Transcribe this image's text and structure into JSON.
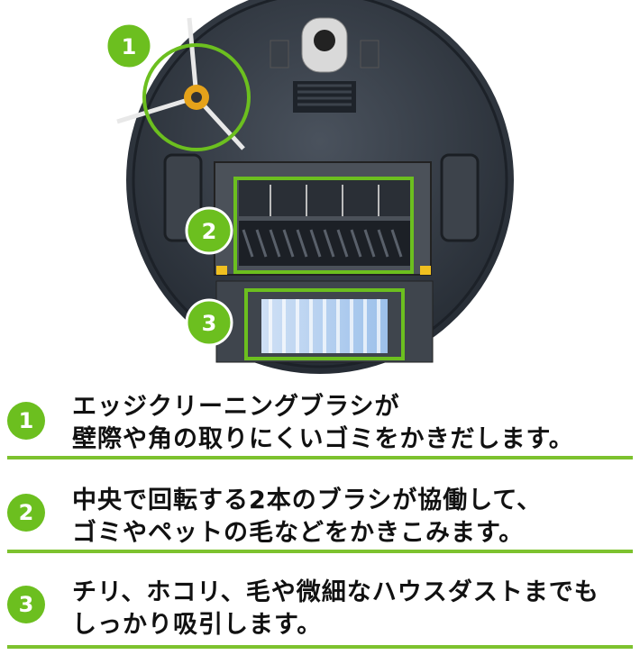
{
  "features": [
    {
      "number": "1",
      "line1": "エッジクリーニングブラシが",
      "line2": "壁際や角の取りにくいゴミをかきだします。"
    },
    {
      "number": "2",
      "line1": "中央で回転する2本のブラシが協働して、",
      "line2": "ゴミやペットの毛などをかきこみます。"
    },
    {
      "number": "3",
      "line1": "チリ、ホコリ、毛や微細なハウスダストまでも",
      "line2": "しっかり吸引します。"
    }
  ],
  "markers": [
    "1",
    "2",
    "3"
  ],
  "colors": {
    "accent": "#6cbf1f",
    "divider": "#7dc22e",
    "text": "#111111",
    "robot_body": "#2f3640"
  }
}
